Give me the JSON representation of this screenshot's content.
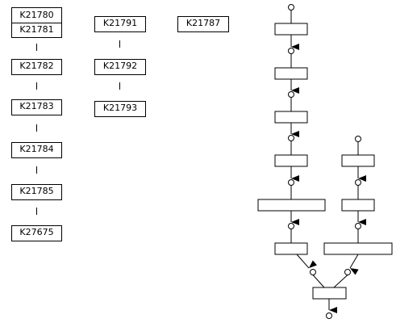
{
  "column_a": {
    "items": [
      {
        "labels": [
          "K21780",
          "K21781"
        ]
      },
      {
        "labels": [
          "K21782"
        ]
      },
      {
        "labels": [
          "K21783"
        ]
      },
      {
        "labels": [
          "K21784"
        ]
      },
      {
        "labels": [
          "K21785"
        ]
      },
      {
        "labels": [
          "K27675"
        ]
      }
    ]
  },
  "column_b": {
    "items": [
      {
        "labels": [
          "K21791"
        ]
      },
      {
        "labels": [
          "K21792"
        ]
      },
      {
        "labels": [
          "K21793"
        ]
      }
    ]
  },
  "column_c": {
    "items": [
      {
        "labels": [
          "K21787"
        ]
      }
    ]
  },
  "colors": {
    "line": "#000000",
    "box_fill": "#ffffff",
    "text": "#000000"
  }
}
